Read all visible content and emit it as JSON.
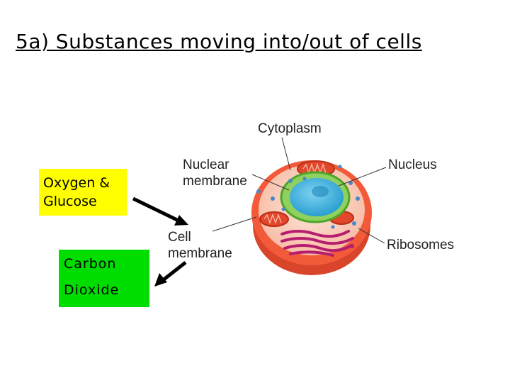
{
  "title": "5a) Substances moving into/out of cells",
  "boxes": {
    "in_line1": "Oxygen &",
    "in_line2": "Glucose",
    "out_line1": "Carbon",
    "out_line2": "Dioxide"
  },
  "labels": {
    "cytoplasm": "Cytoplasm",
    "nuclear_membrane_1": "Nuclear",
    "nuclear_membrane_2": "membrane",
    "nucleus": "Nucleus",
    "cell_membrane_1": "Cell",
    "cell_membrane_2": "membrane",
    "ribosomes": "Ribosomes"
  },
  "colors": {
    "in_box": "#ffff00",
    "out_box": "#00dd00",
    "cell_outer": "#f25a3a",
    "cytoplasm": "#fbd7c8",
    "nucleus": "#3ab0df",
    "nuclear_envelope": "#66c23c",
    "er": "#b51e6e"
  }
}
